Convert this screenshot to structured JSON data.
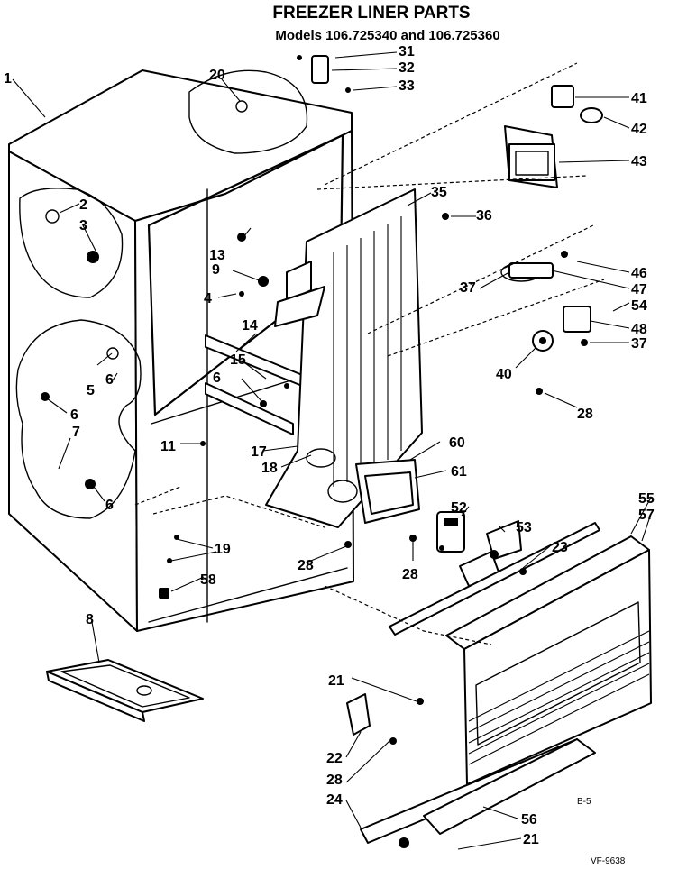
{
  "title": "FREEZER LINER PARTS",
  "subtitle": "Models 106.725340 and 106.725360",
  "callouts": [
    "1",
    "2",
    "3",
    "4",
    "5",
    "6",
    "6",
    "6",
    "6",
    "7",
    "8",
    "9",
    "11",
    "13",
    "14",
    "15",
    "17",
    "18",
    "19",
    "20",
    "21",
    "21",
    "22",
    "23",
    "24",
    "28",
    "28",
    "28",
    "28",
    "31",
    "32",
    "33",
    "35",
    "36",
    "37",
    "37",
    "40",
    "41",
    "42",
    "43",
    "46",
    "47",
    "48",
    "52",
    "53",
    "54",
    "55",
    "56",
    "57",
    "58",
    "60",
    "61"
  ],
  "page_code": "B-5",
  "figure_code": "VF-9638"
}
